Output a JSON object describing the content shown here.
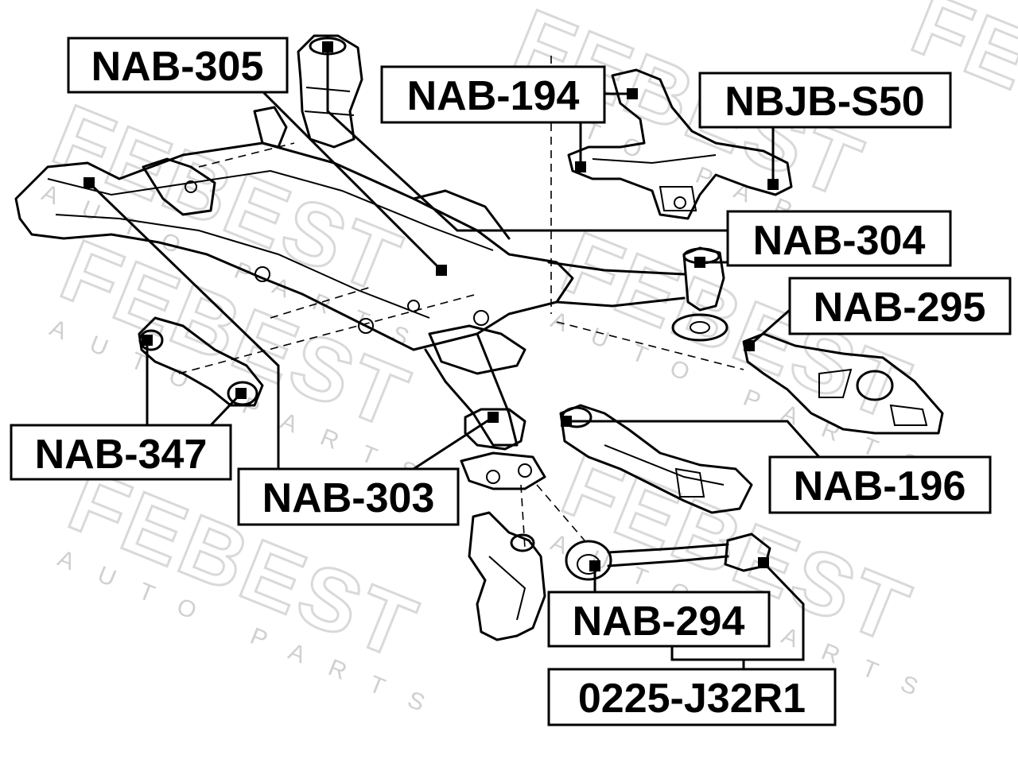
{
  "watermark": {
    "brand": "FEBEST",
    "sub": "AUTO PARTS"
  },
  "labels": [
    {
      "id": "nab-305",
      "text": "NAB-305"
    },
    {
      "id": "nab-194",
      "text": "NAB-194"
    },
    {
      "id": "nbjb-s50",
      "text": "NBJB-S50"
    },
    {
      "id": "nab-304",
      "text": "NAB-304"
    },
    {
      "id": "nab-295",
      "text": "NAB-295"
    },
    {
      "id": "nab-347",
      "text": "NAB-347"
    },
    {
      "id": "nab-303",
      "text": "NAB-303"
    },
    {
      "id": "nab-196",
      "text": "NAB-196"
    },
    {
      "id": "nab-294",
      "text": "NAB-294"
    },
    {
      "id": "0225-j32r1",
      "text": "0225-J32R1"
    }
  ]
}
